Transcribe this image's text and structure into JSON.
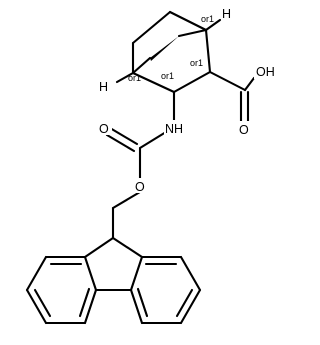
{
  "molecule": {
    "labels": {
      "h_right": "H",
      "h_left": "H",
      "or1_top": "or1",
      "or1_mid_right": "or1",
      "or1_mid_left": "or1",
      "or1_left": "or1",
      "cooh": "OH",
      "acid_o": "O",
      "nh": "NH",
      "carbamate_o_double": "O",
      "ester_o": "O"
    }
  }
}
